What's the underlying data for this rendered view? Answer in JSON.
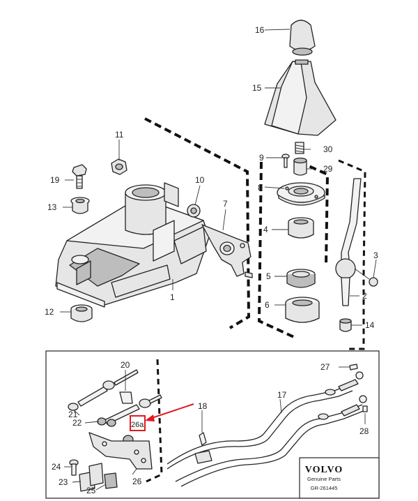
{
  "callouts": {
    "c1": "1",
    "c2": "2",
    "c3": "3",
    "c4": "4",
    "c5": "5",
    "c6": "6",
    "c7": "7",
    "c8": "8",
    "c9": "9",
    "c10": "10",
    "c11": "11",
    "c12": "12",
    "c13": "13",
    "c14": "14",
    "c15": "15",
    "c16": "16",
    "c17": "17",
    "c18": "18",
    "c19": "19",
    "c20": "20",
    "c21": "21",
    "c22": "22",
    "c23": "23",
    "c24": "24",
    "c25": "25",
    "c26": "26",
    "c26a": "26a",
    "c27": "27",
    "c28": "28",
    "c29": "29",
    "c30": "30"
  },
  "brand": {
    "name": "VOLVO",
    "tagline": "Genuine Parts",
    "reference": "GR-261445"
  },
  "colors": {
    "highlight": "#e0191e",
    "ink": "#222222"
  }
}
